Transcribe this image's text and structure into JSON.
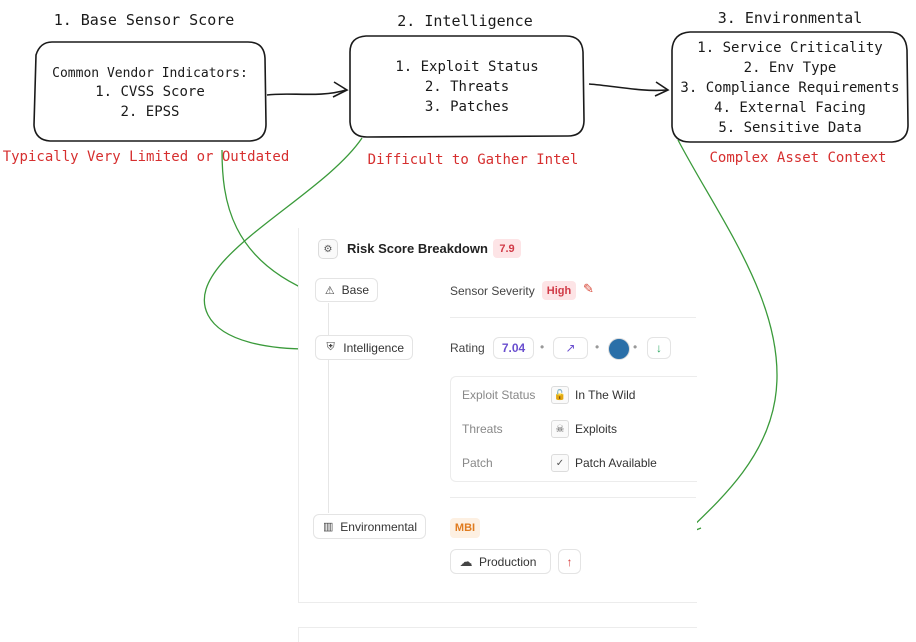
{
  "diagram": {
    "boxes": [
      {
        "title": "1. Base Sensor Score",
        "lines": [
          "Common Vendor Indicators:",
          "1. CVSS Score",
          "2. EPSS"
        ],
        "note": "Typically Very Limited or Outdated"
      },
      {
        "title": "2. Intelligence",
        "lines": [
          "1. Exploit Status",
          "2. Threats",
          "3. Patches"
        ],
        "note": "Difficult to Gather Intel"
      },
      {
        "title": "3. Environmental",
        "lines": [
          "1. Service Criticality",
          "2. Env Type",
          "3. Compliance Requirements",
          "4. External Facing",
          "5. Sensitive Data"
        ],
        "note": "Complex Asset Context"
      }
    ],
    "colors": {
      "stroke": "#1a1a1a",
      "note": "#d62f2f",
      "arrow_green": "#3a9a3a"
    }
  },
  "panel": {
    "title": "Risk Score Breakdown",
    "score": "7.9",
    "base": {
      "label": "Base",
      "field": "Sensor Severity",
      "severity": "High"
    },
    "intelligence": {
      "label": "Intelligence",
      "field": "Rating",
      "rating": "7.04",
      "details": [
        {
          "label": "Exploit Status",
          "value": "In The Wild",
          "icon": "unlock-icon"
        },
        {
          "label": "Threats",
          "value": "Exploits",
          "icon": "skull-icon"
        },
        {
          "label": "Patch",
          "value": "Patch Available",
          "icon": "check-circle-icon"
        }
      ]
    },
    "environmental": {
      "label": "Environmental",
      "tag": "MBI",
      "env": "Production"
    },
    "colors": {
      "score_bg": "#fde4e6",
      "score_fg": "#d13a47",
      "rating_fg": "#6a4fcf",
      "mbi_fg": "#e07b1e",
      "up_arrow": "#d63a3a",
      "down_arrow": "#2aa860"
    }
  }
}
